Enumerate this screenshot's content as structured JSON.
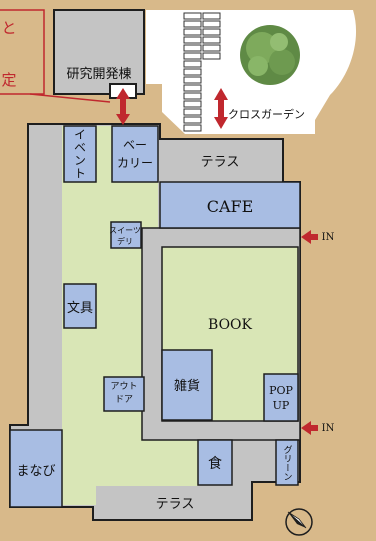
{
  "map": {
    "colors": {
      "background": "#d8b98a",
      "building_gray": "#c4c4c4",
      "floor_green": "#d9e6b6",
      "shop_blue": "#a8bde3",
      "outline": "#1e1e1e",
      "accent_red": "#c0282e",
      "garden": "#ffffff"
    },
    "labels": {
      "lab": "研究開発棟",
      "garden": "クロスガーデン",
      "event": "イベント",
      "bakery": "ベー\nカリー",
      "terrace_top": "テラス",
      "cafe": "CAFE",
      "sweets": "スイーツ\nデリ",
      "bunpou": "文具",
      "book": "BOOK",
      "outdoor": "アウト\nドア",
      "zakka": "雑貨",
      "popup": "POP\nUP",
      "manabi": "まなび",
      "food": "食",
      "green": "グリーン",
      "terrace_bottom": "テラス",
      "in_upper": "IN",
      "in_lower": "IN",
      "callout_line1": "と",
      "callout_line2": "定"
    },
    "icons": {
      "tree": "tree-icon",
      "compass": "north-compass-icon",
      "entrance": "entrance-arrow-icon",
      "passage": "double-arrow-icon"
    }
  }
}
